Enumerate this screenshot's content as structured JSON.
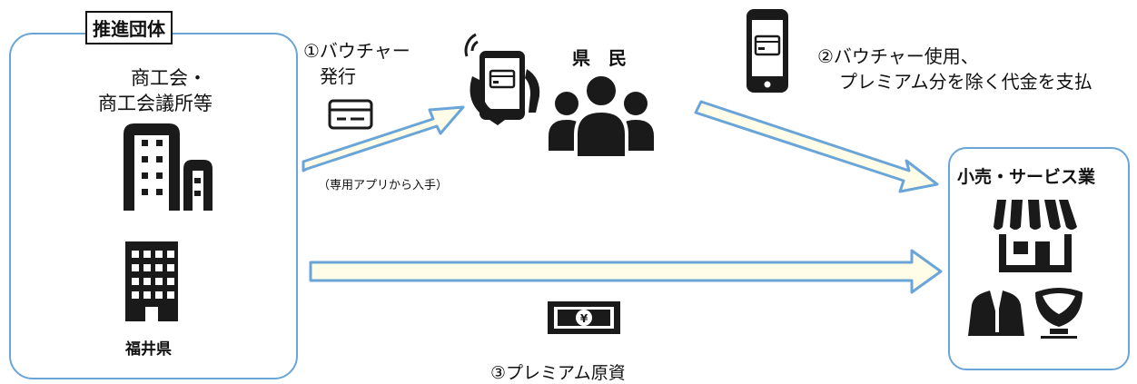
{
  "colors": {
    "accent": "#6aa5d8",
    "arrow_fill": "#fffde8",
    "icon": "#1a1a1a"
  },
  "promoter": {
    "title": "推進団体",
    "org_line1": "商工会・",
    "org_line2": "商工会議所等",
    "prefecture": "福井県",
    "icons": [
      "office-building-icon",
      "government-building-icon"
    ]
  },
  "step1": {
    "line1": "①バウチャー",
    "line2": "発行",
    "note": "（専用アプリから入手）",
    "icon": "card-icon"
  },
  "residents": {
    "label": "県　民",
    "icons": [
      "phone-in-hand-icon",
      "people-group-icon"
    ]
  },
  "step2": {
    "line1": "②バウチャー使用、",
    "line2": "プレミアム分を除く代金を支払",
    "icon": "smartphone-icon"
  },
  "retail": {
    "title": "小売・サービス業",
    "icons": [
      "storefront-icon",
      "suit-icon",
      "bowl-icon"
    ]
  },
  "step3": {
    "label": "③プレミアム原資",
    "icon": "yen-banknote-icon"
  }
}
